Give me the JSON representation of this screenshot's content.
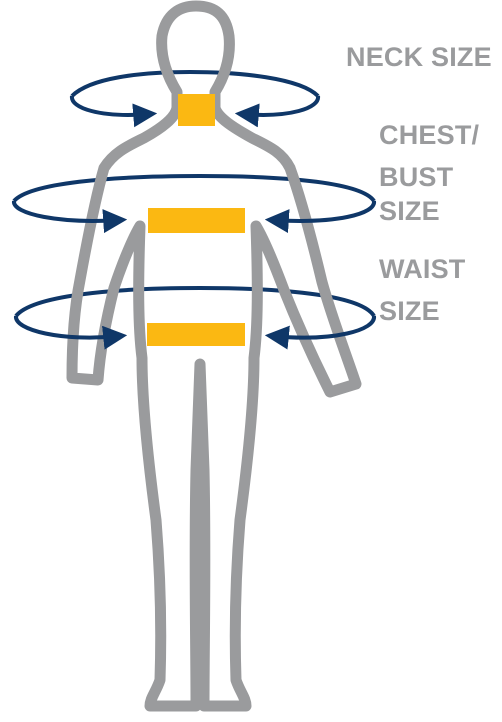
{
  "colors": {
    "outline": "#9a9b9d",
    "band": "#fbb812",
    "arrow": "#0f3768",
    "label": "#9a9b9d"
  },
  "measurements": [
    {
      "name": "neck",
      "lines": [
        "NECK SIZE"
      ]
    },
    {
      "name": "chest",
      "lines": [
        "CHEST/",
        "BUST",
        "SIZE"
      ]
    },
    {
      "name": "waist",
      "lines": [
        "WAIST",
        "SIZE"
      ]
    }
  ]
}
